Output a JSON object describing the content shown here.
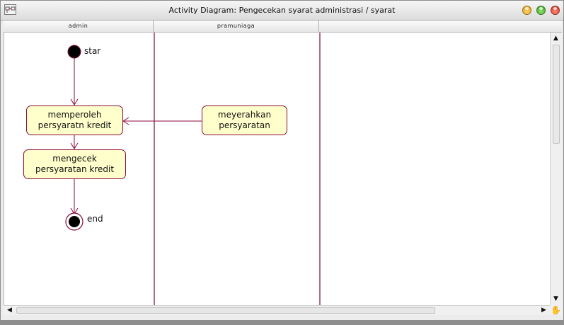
{
  "window": {
    "title": "Activity Diagram: Pengecekan syarat administrasi / syarat"
  },
  "lanes": [
    {
      "name": "admin"
    },
    {
      "name": "pramuniaga"
    },
    {
      "name": ""
    }
  ],
  "diagram": {
    "start_label": "star",
    "end_label": "end",
    "activities": {
      "memperoleh": "memperoleh persyaratn kredit",
      "mengecek": "mengecek persyaratan kredit",
      "menyerahkan": "meyerahkan persyaratan"
    }
  },
  "colors": {
    "activity_fill": "#ffffcc",
    "line": "#8b0a3c",
    "lane_line": "#7a0a35"
  },
  "icons": {
    "app": "activity-diagram-icon",
    "scroll_up": "arrow-up-icon",
    "scroll_down": "arrow-down-icon",
    "scroll_left": "arrow-left-icon",
    "scroll_right": "arrow-right-icon",
    "corner": "hand-tool-icon"
  }
}
